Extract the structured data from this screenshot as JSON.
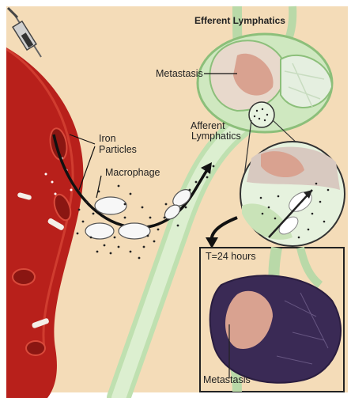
{
  "labels": {
    "efferent_lymphatics": "Efferent Lymphatics",
    "metastasis_top": "Metastasis",
    "afferent_line1": "Afferent",
    "afferent_line2": "Lymphatics",
    "iron_line1": "Iron",
    "iron_line2": "Particles",
    "macrophage": "Macrophage",
    "time_label": "T=24 hours",
    "metastasis_bottom": "Metastasis"
  },
  "colors": {
    "background": "#f4dcb8",
    "vessel": "#b8201b",
    "lymph": "#cfe8c0",
    "node_tumor": "#d9a290",
    "dark_node": "#3a2a55"
  }
}
